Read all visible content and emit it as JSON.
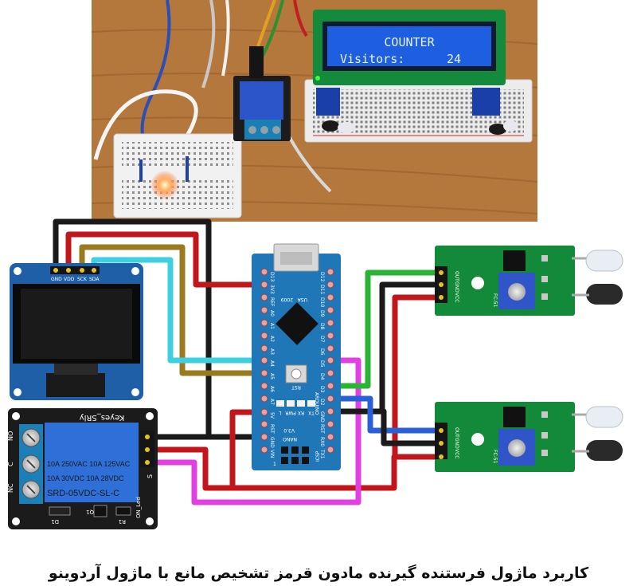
{
  "photo": {
    "lcd": {
      "line1": "COUNTER",
      "line2_label": "Visitors:",
      "line2_value": "24"
    }
  },
  "oled": {
    "pins": [
      "GND",
      "VDD",
      "SCK",
      "SDA"
    ]
  },
  "relay": {
    "brand": "Keyes_SRly",
    "ratings": [
      "10A 250VAC  10A 125VAC",
      "10A  30VDC  10A  28VDC"
    ],
    "model": "SRD-05VDC-SL-C",
    "terminals": [
      "NO",
      "C",
      "NC"
    ],
    "led_label": "ON_Led",
    "parts": [
      "D1",
      "Q1",
      "R1"
    ],
    "signal_label": "S"
  },
  "arduino": {
    "top_pins": [
      "D12",
      "D11",
      "D10",
      "D9",
      "D8",
      "D7",
      "D6",
      "D5",
      "D4",
      "D3",
      "D2",
      "GND",
      "RST",
      "RX0",
      "TX1"
    ],
    "bottom_pins": [
      "D13",
      "3V3",
      "REF",
      "A0",
      "A1",
      "A2",
      "A3",
      "A4",
      "A5",
      "A6",
      "A7",
      "5V",
      "RST",
      "GND",
      "VIN"
    ],
    "year": "2009",
    "usa": "USA",
    "board_name": "ARDUINO",
    "nano": "NANO",
    "version": "V3.0",
    "rst_label": "RST",
    "leds": [
      "L",
      "PWR",
      "RX",
      "TX"
    ],
    "icsp": "ICSP",
    "one": "1"
  },
  "sensors": [
    {
      "model": "FC-51",
      "pins": [
        "OUT",
        "GND",
        "VCC"
      ]
    },
    {
      "model": "FC-51",
      "pins": [
        "OUT",
        "GND",
        "VCC"
      ]
    }
  ],
  "caption": "کاربرد ماژول فرستنده گیرنده مادون قرمز تشخیص مانع با ماژول آردوینو",
  "wire_colors": {
    "black": "#1a1a1a",
    "red": "#c0161c",
    "olive": "#9a7a1e",
    "cyan": "#3ed0e0",
    "green": "#2bb335",
    "blue": "#2a60d6",
    "yellow": "#e8c21a",
    "magenta": "#e040e0"
  }
}
